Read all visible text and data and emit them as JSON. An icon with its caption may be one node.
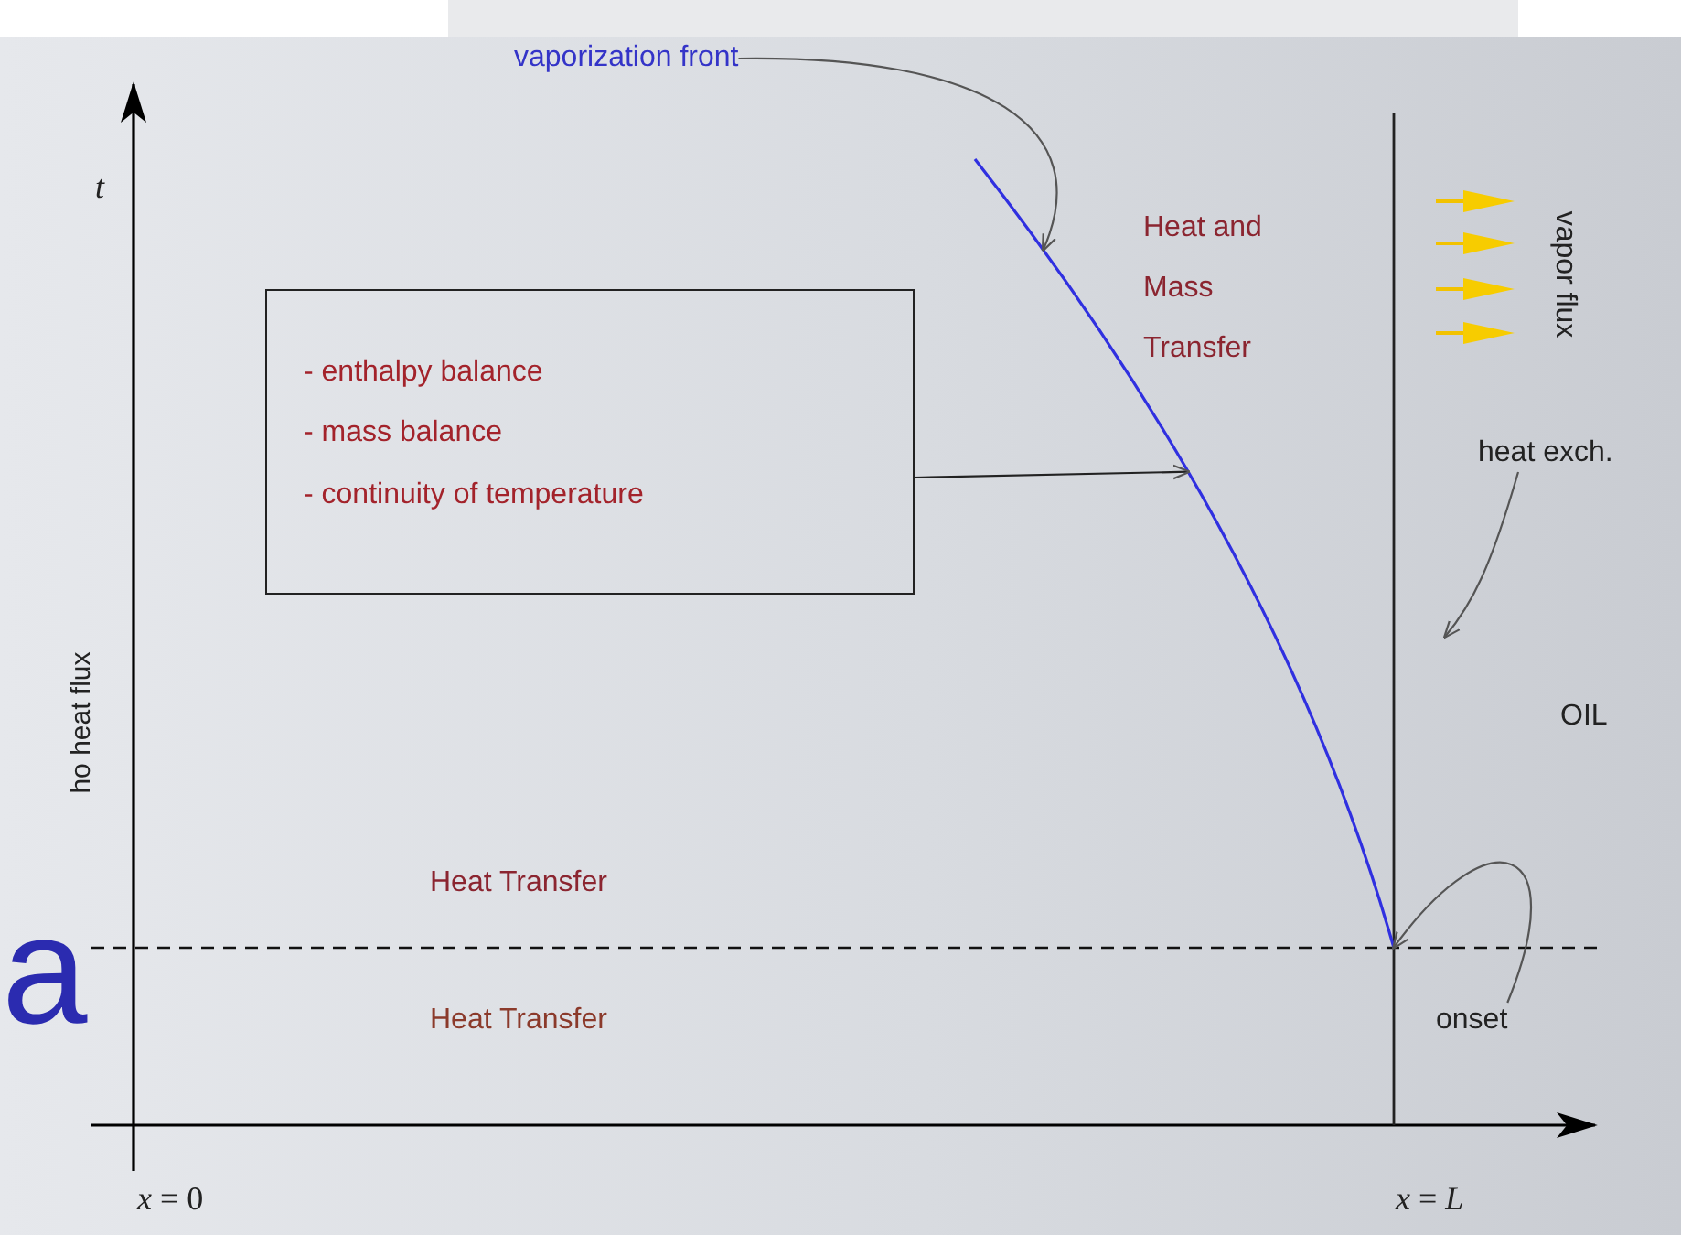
{
  "diagram": {
    "nodes": [
      {
        "text": [
          "- enthalpy balance",
          "- mass balance",
          "- continuity of temperature"
        ]
      },
      {
        "text": [],
        "shape": "curve"
      },
      {
        "text": [
          "vaporization front"
        ]
      },
      {
        "text": [
          "heat exch."
        ]
      },
      {
        "text": [
          "onset"
        ]
      }
    ],
    "edges": [
      {
        "from": 0,
        "to": 1,
        "arrow": "to"
      },
      {
        "from": 2,
        "to": 1,
        "arrow": "to"
      },
      {
        "from": 3,
        "to": null,
        "arrow": "to"
      },
      {
        "from": 4,
        "to": 1,
        "arrow": "to"
      }
    ],
    "labels": [
      "t",
      "Heat and Mass Transfer",
      "vapor flux",
      "OIL",
      "ho heat flux",
      "a",
      "Heat Transfer",
      "Heat Transfer",
      "*x* = 0",
      "*x* = *L*"
    ]
  }
}
